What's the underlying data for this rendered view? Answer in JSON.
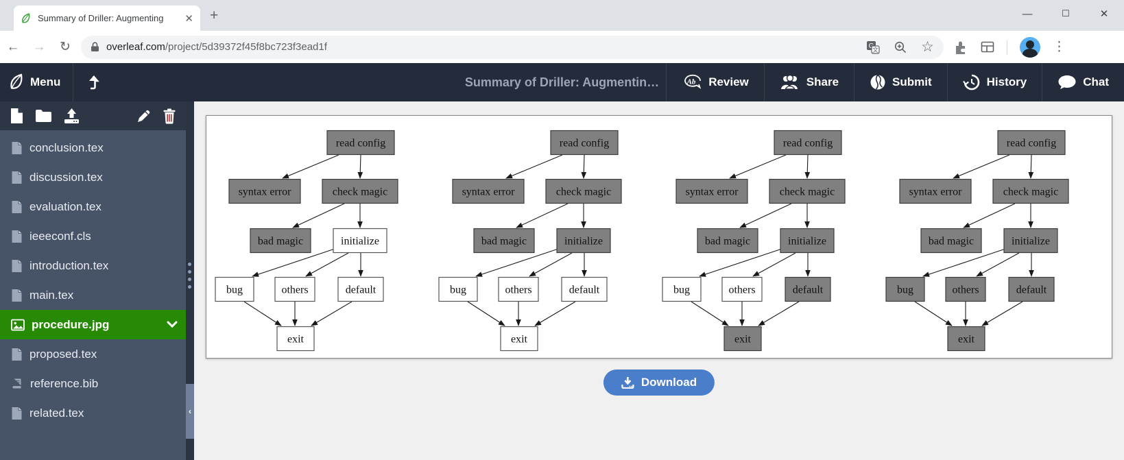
{
  "browser": {
    "tab_title": "Summary of Driller: Augmenting",
    "url_domain": "overleaf.com",
    "url_path": "/project/5d39372f45f8bc723f3ead1f"
  },
  "header": {
    "menu_label": "Menu",
    "project_title": "Summary of Driller: Augmentin…",
    "actions": [
      {
        "id": "review",
        "label": "Review"
      },
      {
        "id": "share",
        "label": "Share"
      },
      {
        "id": "submit",
        "label": "Submit"
      },
      {
        "id": "history",
        "label": "History"
      },
      {
        "id": "chat",
        "label": "Chat"
      }
    ]
  },
  "file_tree": {
    "items": [
      {
        "name": "conclusion.tex",
        "type": "file",
        "selected": false
      },
      {
        "name": "discussion.tex",
        "type": "file",
        "selected": false
      },
      {
        "name": "evaluation.tex",
        "type": "file",
        "selected": false
      },
      {
        "name": "ieeeconf.cls",
        "type": "file",
        "selected": false
      },
      {
        "name": "introduction.tex",
        "type": "file",
        "selected": false
      },
      {
        "name": "main.tex",
        "type": "file",
        "selected": false
      },
      {
        "name": "procedure.jpg",
        "type": "image",
        "selected": true
      },
      {
        "name": "proposed.tex",
        "type": "file",
        "selected": false
      },
      {
        "name": "reference.bib",
        "type": "bib",
        "selected": false
      },
      {
        "name": "related.tex",
        "type": "file",
        "selected": false
      }
    ]
  },
  "preview": {
    "download_label": "Download"
  },
  "colors": {
    "accent_green": "#278a04",
    "download_blue": "#4a7dca",
    "node_gray": "#808080",
    "header_dark": "#242b3a",
    "sidebar_slate": "#475366"
  },
  "chart_data": {
    "type": "flowchart-series",
    "title": "procedure.jpg — same flowchart repeated 4 times with progressively more shaded (visited) states",
    "node_labels": [
      "read config",
      "syntax error",
      "check magic",
      "bad magic",
      "initialize",
      "bug",
      "others",
      "default",
      "exit"
    ],
    "edges": [
      [
        "read config",
        "syntax error"
      ],
      [
        "read config",
        "check magic"
      ],
      [
        "check magic",
        "bad magic"
      ],
      [
        "check magic",
        "initialize"
      ],
      [
        "initialize",
        "bug"
      ],
      [
        "initialize",
        "others"
      ],
      [
        "initialize",
        "default"
      ],
      [
        "bug",
        "exit"
      ],
      [
        "others",
        "exit"
      ],
      [
        "default",
        "exit"
      ]
    ],
    "charts": [
      {
        "filled_nodes": [
          "read config",
          "syntax error",
          "check magic",
          "bad magic"
        ]
      },
      {
        "filled_nodes": [
          "read config",
          "syntax error",
          "check magic",
          "bad magic",
          "initialize"
        ]
      },
      {
        "filled_nodes": [
          "read config",
          "syntax error",
          "check magic",
          "bad magic",
          "initialize",
          "default",
          "exit"
        ]
      },
      {
        "filled_nodes": [
          "read config",
          "syntax error",
          "check magic",
          "bad magic",
          "initialize",
          "bug",
          "others",
          "default",
          "exit"
        ]
      }
    ],
    "fill_color": "#808080",
    "empty_color": "#ffffff",
    "node_text_color": "#111111"
  }
}
